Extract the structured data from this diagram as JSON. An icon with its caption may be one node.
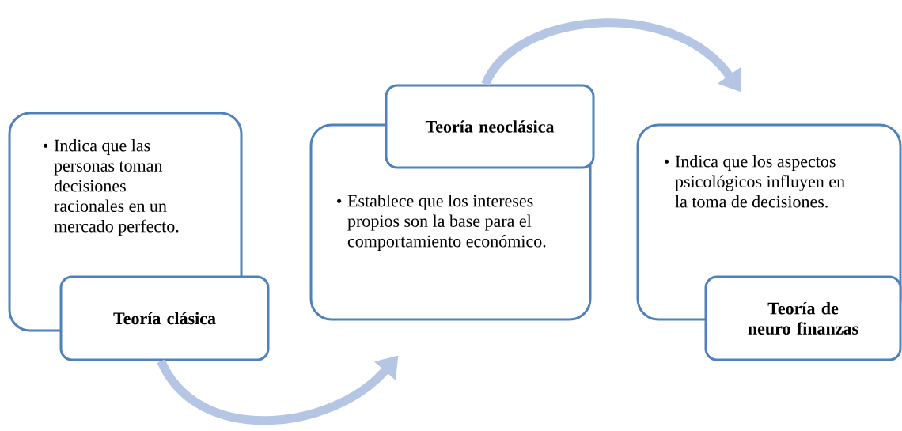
{
  "diagram": {
    "nodes": [
      {
        "text": [
          "Indica que las personas toman decisiones racionales en un mercado perfecto."
        ]
      },
      {
        "text": [
          "Teoría clásica"
        ]
      },
      {
        "text": [
          "Establece que los intereses propios son la base para el comportamiento económico."
        ]
      },
      {
        "text": [
          "Teoría neoclásica"
        ]
      },
      {
        "text": [
          "Indica que los aspectos psicológicos influyen en la toma de decisiones."
        ]
      },
      {
        "text": [
          "Teoría de neuro finanzas"
        ]
      }
    ],
    "edges": [
      {
        "from": 1,
        "to": 2,
        "arrow": "to"
      },
      {
        "from": 3,
        "to": 4,
        "arrow": "to"
      }
    ]
  }
}
